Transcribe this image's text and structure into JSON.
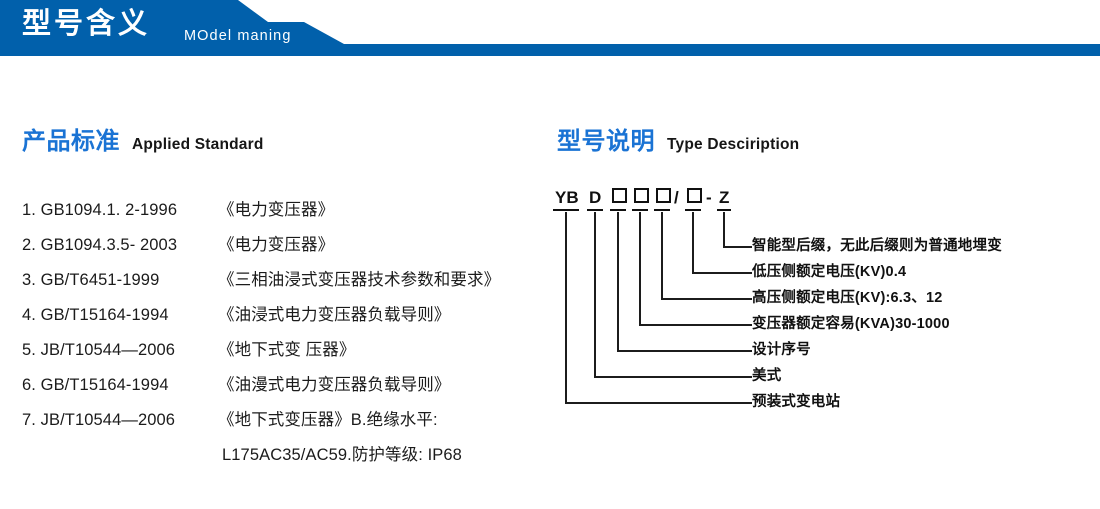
{
  "banner": {
    "title_cn": "型号含义",
    "title_en": "MOdel maning",
    "bg_color": "#0160ab"
  },
  "sections": {
    "standard": {
      "heading_cn": "产品标准",
      "heading_en": "Applied Standard",
      "heading_color": "#1a73d4",
      "items": [
        {
          "index": "1.",
          "code": "GB1094.1. 2-1996",
          "name": "《电力变压器》"
        },
        {
          "index": "2.",
          "code": "GB1094.3.5- 2003",
          "name": "《电力变压器》"
        },
        {
          "index": "3.",
          "code": "GB/T6451-1999",
          "name": "《三相油浸式变压器技术参数和要求》"
        },
        {
          "index": "4.",
          "code": "GB/T15164-1994",
          "name": "《油浸式电力变压器负载导则》"
        },
        {
          "index": "5.",
          "code": "JB/T10544—2006",
          "name": "《地下式变 压器》"
        },
        {
          "index": "6.",
          "code": "GB/T15164-1994",
          "name": "《油漫式电力变压器负载导则》"
        },
        {
          "index": "7.",
          "code": "JB/T10544—2006",
          "name": "《地下式变压器》B.绝缘水平:"
        },
        {
          "index": "",
          "code": "",
          "name": "L175AC35/AC59.防护等级: IP68"
        }
      ]
    },
    "type": {
      "heading_cn": "型号说明",
      "heading_en": "Type Desciription",
      "heading_color": "#1a73d4",
      "code_tokens": [
        {
          "text": "YB",
          "kind": "text"
        },
        {
          "text": "D",
          "kind": "text"
        },
        {
          "text": "□",
          "kind": "box"
        },
        {
          "text": "□",
          "kind": "box"
        },
        {
          "text": "□",
          "kind": "box"
        },
        {
          "text": "/",
          "kind": "slash"
        },
        {
          "text": "□",
          "kind": "box"
        },
        {
          "text": "-",
          "kind": "dash"
        },
        {
          "text": "Z",
          "kind": "text"
        }
      ],
      "code_string": "YB D □□□/□ - Z",
      "callouts": [
        {
          "text": "智能型后缀，无此后缀则为普通地埋变"
        },
        {
          "text": "低压侧额定电压(KV)0.4"
        },
        {
          "text": "高压侧额定电压(KV):6.3、12"
        },
        {
          "text": "变压器额定容易(KVA)30-1000"
        },
        {
          "text": "设计序号"
        },
        {
          "text": "美式"
        },
        {
          "text": "预装式变电站"
        }
      ]
    }
  }
}
